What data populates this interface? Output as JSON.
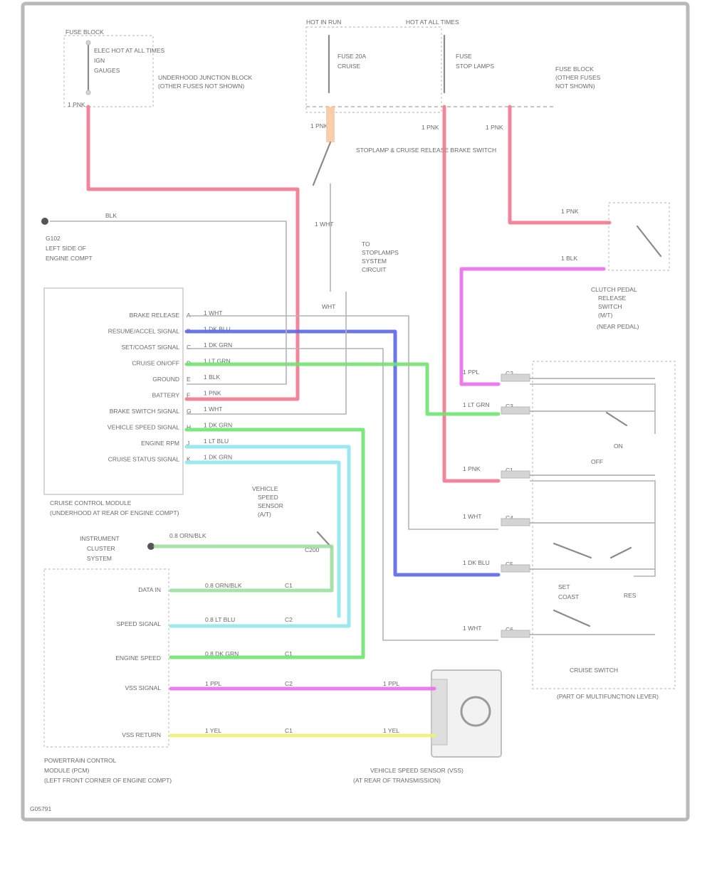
{
  "diagram": {
    "figure_id": "G05791",
    "palette": {
      "pink": "#f2788f",
      "blue": "#5b67e6",
      "green": "#6ee46e",
      "light_green": "#9edf9e",
      "cyan": "#8fe6ee",
      "magenta": "#ec6cec",
      "yellow": "#f0f07a",
      "gray_wire": "#b4b4b4"
    },
    "fuse_block": {
      "title": "FUSE BLOCK",
      "lines": [
        "ELEC HOT AT ALL TIMES",
        "IGN",
        "GAUGES"
      ],
      "note": [
        "UNDERHOOD JUNCTION BLOCK",
        "(OTHER FUSES NOT SHOWN)"
      ],
      "wire_code": "1 PNK"
    },
    "hot_in_run": {
      "title": "HOT IN RUN",
      "lines": [
        "FUSE 20A",
        "CRUISE"
      ],
      "wire_code": "1 PNK"
    },
    "stoplamp_fuse": {
      "title": "HOT AT ALL TIMES",
      "lines": [
        "FUSE",
        "STOP LAMPS"
      ],
      "note": [
        "FUSE BLOCK",
        "(OTHER FUSES",
        "NOT SHOWN)"
      ],
      "wire_code": "1 PNK"
    },
    "brake_switch": {
      "label": "STOPLAMP & CRUISE RELEASE BRAKE SWITCH",
      "wire_code": "1 WHT"
    },
    "ground_left": {
      "label": "G102",
      "note": [
        "LEFT SIDE OF",
        "ENGINE COMPT"
      ],
      "wire_code": "BLK"
    },
    "stoplamps": {
      "lines": [
        "TO",
        "STOPLAMPS",
        "SYSTEM",
        "CIRCUIT"
      ],
      "wire_code": "WHT"
    },
    "clutch_switch": {
      "note": [
        "CLUTCH PEDAL",
        "RELEASE",
        "SWITCH",
        "(M/T)",
        "(NEAR PEDAL)"
      ],
      "wire_a": "1 PNK",
      "wire_b": "1 BLK"
    },
    "cruise_module": {
      "pins": [
        {
          "pin": "A",
          "label": "BRAKE RELEASE"
        },
        {
          "pin": "B",
          "label": "RESUME/ACCEL SIGNAL"
        },
        {
          "pin": "C",
          "label": "SET/COAST SIGNAL"
        },
        {
          "pin": "D",
          "label": "CRUISE ON/OFF"
        },
        {
          "pin": "E",
          "label": "GROUND"
        },
        {
          "pin": "F",
          "label": "BATTERY"
        },
        {
          "pin": "G",
          "label": "BRAKE SWITCH SIGNAL"
        },
        {
          "pin": "H",
          "label": "VEHICLE SPEED SIGNAL"
        },
        {
          "pin": "J",
          "label": "ENGINE RPM"
        },
        {
          "pin": "K",
          "label": "CRUISE STATUS SIGNAL"
        }
      ],
      "wires": [
        "1 WHT",
        "1 DK BLU",
        "1 DK GRN",
        "1 LT GRN",
        "1 BLK",
        "1 PNK",
        "1 WHT",
        "1 DK GRN",
        "1 LT BLU",
        "1 DK GRN"
      ],
      "title": [
        "CRUISE CONTROL MODULE",
        "(UNDERHOOD AT REAR OF ENGINE COMPT)"
      ]
    },
    "instrument_cluster": {
      "lines": [
        "INSTRUMENT",
        "CLUSTER",
        "SYSTEM"
      ],
      "wire_code": "0.8 ORN/BLK"
    },
    "speed_switch": {
      "lines": [
        "VEHICLE",
        "SPEED",
        "SENSOR",
        "(A/T)"
      ],
      "code": "C200"
    },
    "pcm": {
      "pins": [
        {
          "label": "DATA IN",
          "wire": "0.8 ORN/BLK",
          "code": "C1"
        },
        {
          "label": "SPEED SIGNAL",
          "wire": "0.8 LT BLU",
          "code": "C2"
        },
        {
          "label": "ENGINE SPEED",
          "wire": "0.8 DK GRN",
          "code": "C1"
        },
        {
          "label": "VSS SIGNAL",
          "wire": "1 PPL",
          "code": "C2"
        },
        {
          "label": "VSS RETURN",
          "wire": "1 YEL",
          "code": "C1"
        }
      ],
      "title": [
        "POWERTRAIN CONTROL",
        "MODULE (PCM)",
        "(LEFT FRONT CORNER OF ENGINE COMPT)"
      ]
    },
    "vss": {
      "label": [
        "VEHICLE SPEED SENSOR (VSS)",
        "(AT REAR OF TRANSMISSION)"
      ],
      "wire_a": "1 PPL",
      "wire_b": "1 YEL"
    },
    "cruise_switch": {
      "label": "CRUISE SWITCH",
      "note": "(PART OF MULTIFUNCTION LEVER)",
      "on_label": "ON",
      "off_label": "OFF",
      "set_label": [
        "SET",
        "COAST"
      ],
      "resume_label": "RES",
      "rows": [
        {
          "wire": "1 PPL",
          "code": "C2"
        },
        {
          "wire": "1 LT GRN",
          "code": "C3"
        },
        {
          "wire": "1 PNK",
          "code": "C1"
        },
        {
          "wire": "1 WHT",
          "code": "C4"
        },
        {
          "wire": "1 DK BLU",
          "code": "C5"
        },
        {
          "wire": "1 WHT",
          "code": "C6"
        }
      ]
    }
  }
}
